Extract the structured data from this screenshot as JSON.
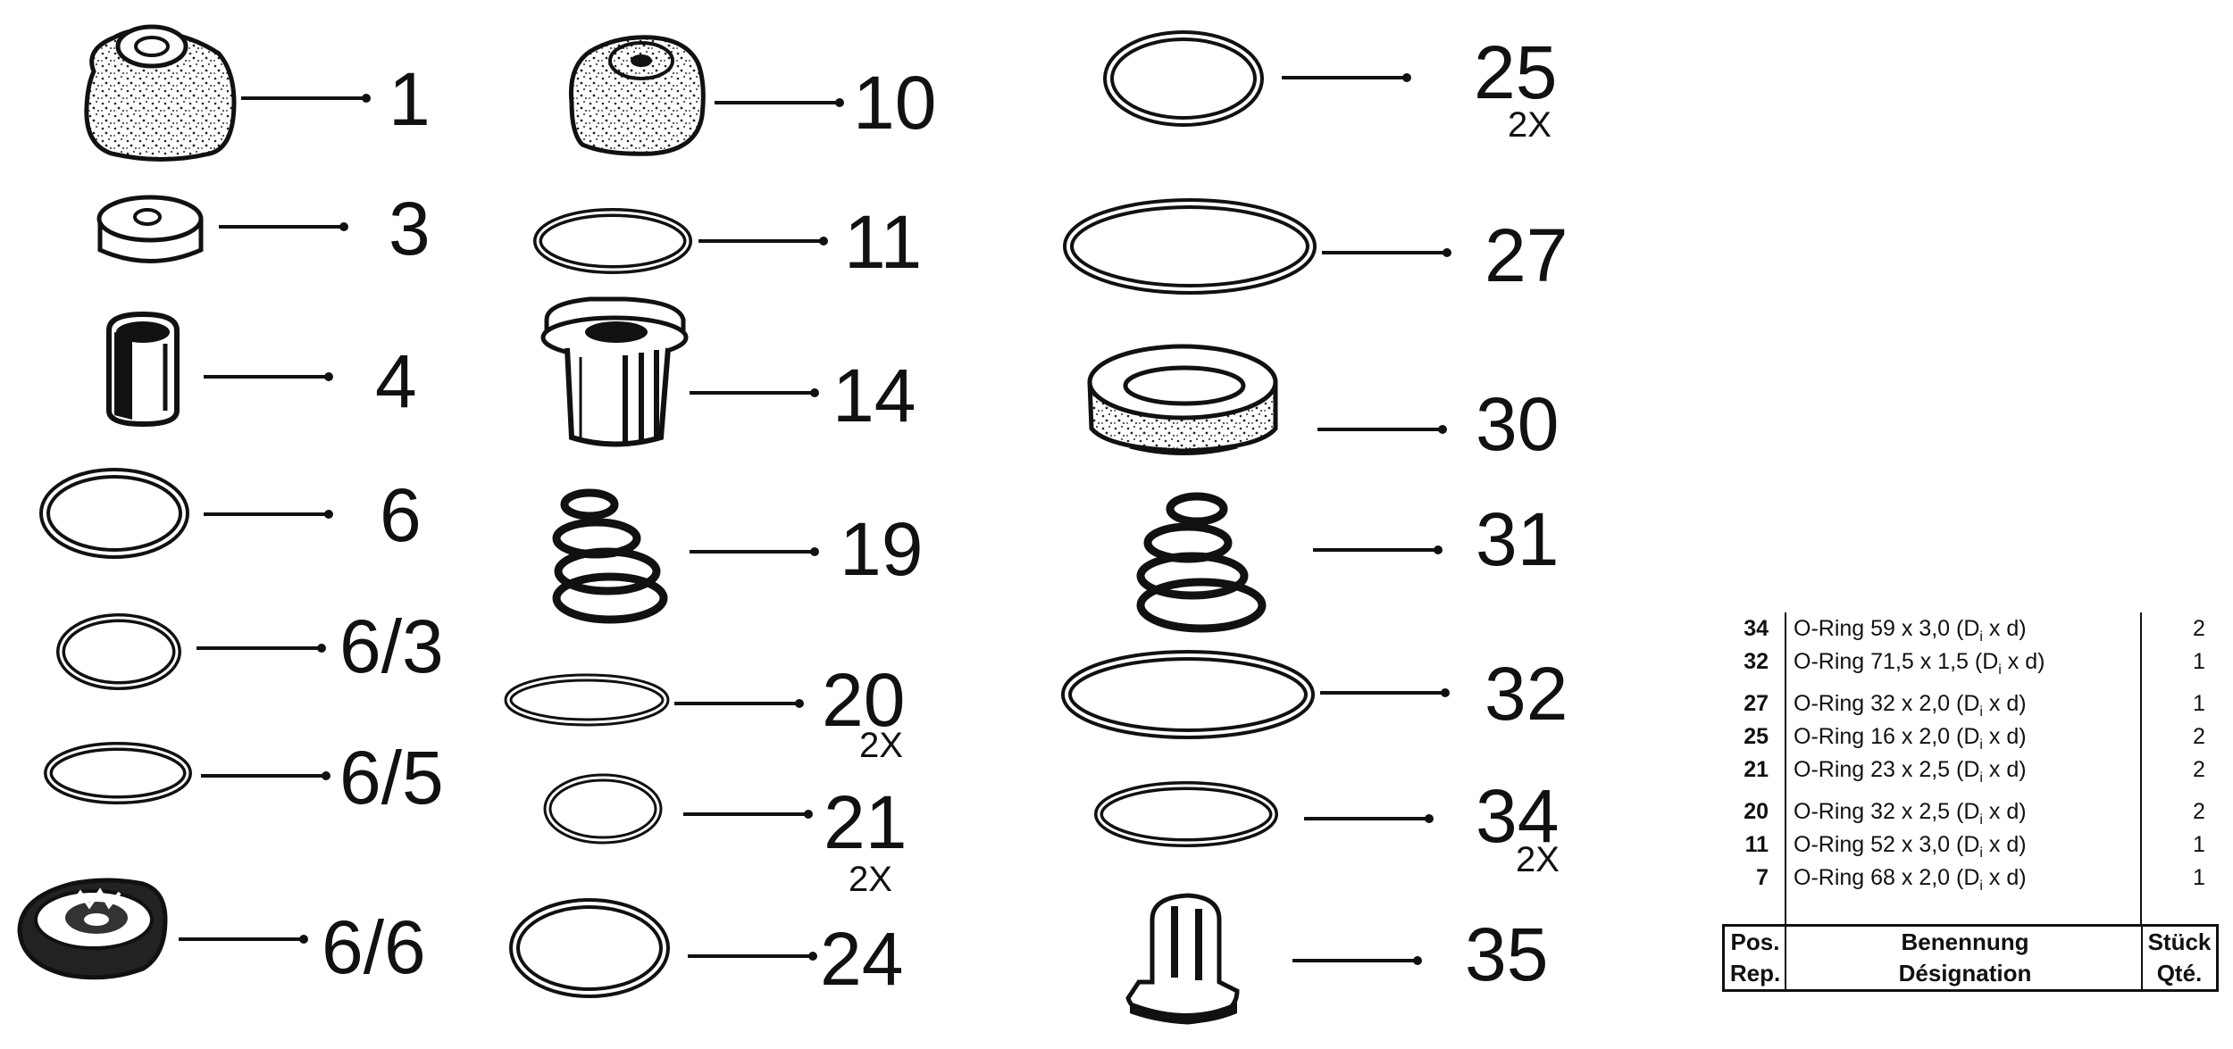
{
  "callouts": [
    {
      "id": "1",
      "label": "1",
      "qty": "",
      "icon": "cap-icon"
    },
    {
      "id": "3",
      "label": "3",
      "qty": "",
      "icon": "washer-icon"
    },
    {
      "id": "4",
      "label": "4",
      "qty": "",
      "icon": "sleeve-icon"
    },
    {
      "id": "6",
      "label": "6",
      "qty": "",
      "icon": "o-ring-icon"
    },
    {
      "id": "6-3",
      "label": "6/3",
      "qty": "",
      "icon": "o-ring-icon"
    },
    {
      "id": "6-5",
      "label": "6/5",
      "qty": "",
      "icon": "o-ring-icon"
    },
    {
      "id": "6-6",
      "label": "6/6",
      "qty": "",
      "icon": "valve-plate-icon"
    },
    {
      "id": "10",
      "label": "10",
      "qty": "",
      "icon": "cap-icon"
    },
    {
      "id": "11",
      "label": "11",
      "qty": "",
      "icon": "o-ring-icon"
    },
    {
      "id": "14",
      "label": "14",
      "qty": "",
      "icon": "valve-seat-icon"
    },
    {
      "id": "19",
      "label": "19",
      "qty": "",
      "icon": "spring-icon"
    },
    {
      "id": "20",
      "label": "20",
      "qty": "2X",
      "icon": "o-ring-icon"
    },
    {
      "id": "21",
      "label": "21",
      "qty": "2X",
      "icon": "o-ring-icon"
    },
    {
      "id": "24",
      "label": "24",
      "qty": "",
      "icon": "o-ring-icon"
    },
    {
      "id": "25",
      "label": "25",
      "qty": "2X",
      "icon": "o-ring-icon"
    },
    {
      "id": "27",
      "label": "27",
      "qty": "",
      "icon": "o-ring-icon"
    },
    {
      "id": "30",
      "label": "30",
      "qty": "",
      "icon": "seal-ring-icon"
    },
    {
      "id": "31",
      "label": "31",
      "qty": "",
      "icon": "spring-icon"
    },
    {
      "id": "32",
      "label": "32",
      "qty": "",
      "icon": "o-ring-icon"
    },
    {
      "id": "34",
      "label": "34",
      "qty": "2X",
      "icon": "o-ring-icon"
    },
    {
      "id": "35",
      "label": "35",
      "qty": "",
      "icon": "valve-cap-icon"
    }
  ],
  "parts_table": {
    "rows": [
      {
        "pos": "34",
        "designation": "O-Ring 59 x 3,0 (D",
        "sub": "i",
        "suffix": " x d)",
        "qty": "2"
      },
      {
        "pos": "32",
        "designation": "O-Ring 71,5 x 1,5 (D",
        "sub": "i",
        "suffix": " x d)",
        "qty": "1"
      },
      {
        "pos": "27",
        "designation": "O-Ring 32 x 2,0 (D",
        "sub": "i",
        "suffix": " x d)",
        "qty": "1"
      },
      {
        "pos": "25",
        "designation": "O-Ring 16 x 2,0 (D",
        "sub": "i",
        "suffix": " x d)",
        "qty": "2"
      },
      {
        "pos": "21",
        "designation": "O-Ring 23 x 2,5 (D",
        "sub": "i",
        "suffix": " x d)",
        "qty": "2"
      },
      {
        "pos": "20",
        "designation": "O-Ring 32 x 2,5 (D",
        "sub": "i",
        "suffix": " x d)",
        "qty": "2"
      },
      {
        "pos": "11",
        "designation": "O-Ring 52 x 3,0 (D",
        "sub": "i",
        "suffix": " x d)",
        "qty": "1"
      },
      {
        "pos": "7",
        "designation": "O-Ring 68 x 2,0 (D",
        "sub": "i",
        "suffix": " x d)",
        "qty": "1"
      }
    ],
    "header": {
      "pos_de": "Pos.",
      "pos_fr": "Rep.",
      "name_de": "Benennung",
      "name_fr": "Désignation",
      "qty_de": "Stück",
      "qty_fr": "Qté."
    }
  }
}
